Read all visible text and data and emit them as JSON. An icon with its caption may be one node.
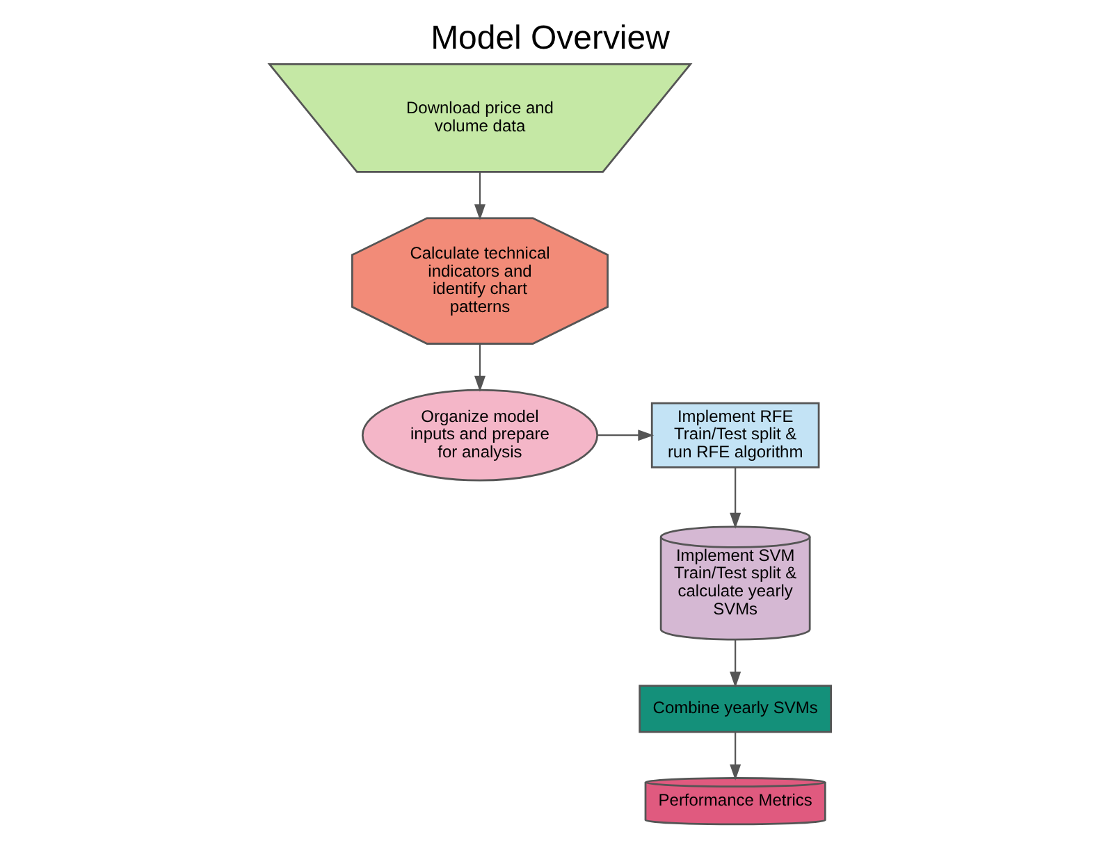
{
  "diagram": {
    "title": "Model Overview",
    "nodes": [
      {
        "text": [
          "Download price and volume data"
        ]
      },
      {
        "text": [
          "Calculate technical indicators and identify chart patterns"
        ]
      },
      {
        "text": [
          "Organize model inputs and prepare for analysis"
        ]
      },
      {
        "text": [
          "Implement RFE Train/Test split & run RFE algorithm"
        ]
      },
      {
        "text": [
          "Implement SVM Train/Test split & calculate yearly SVMs"
        ]
      },
      {
        "text": [
          "Combine yearly SVMs"
        ]
      },
      {
        "text": [
          "Performance Metrics"
        ]
      }
    ],
    "edges": [
      {
        "from": 0,
        "to": 1,
        "arrow": "to"
      },
      {
        "from": 1,
        "to": 2,
        "arrow": "to"
      },
      {
        "from": 2,
        "to": 3,
        "arrow": "to"
      },
      {
        "from": 3,
        "to": 4,
        "arrow": "to"
      },
      {
        "from": 4,
        "to": 5,
        "arrow": "to"
      },
      {
        "from": 5,
        "to": 6,
        "arrow": "to"
      }
    ]
  }
}
